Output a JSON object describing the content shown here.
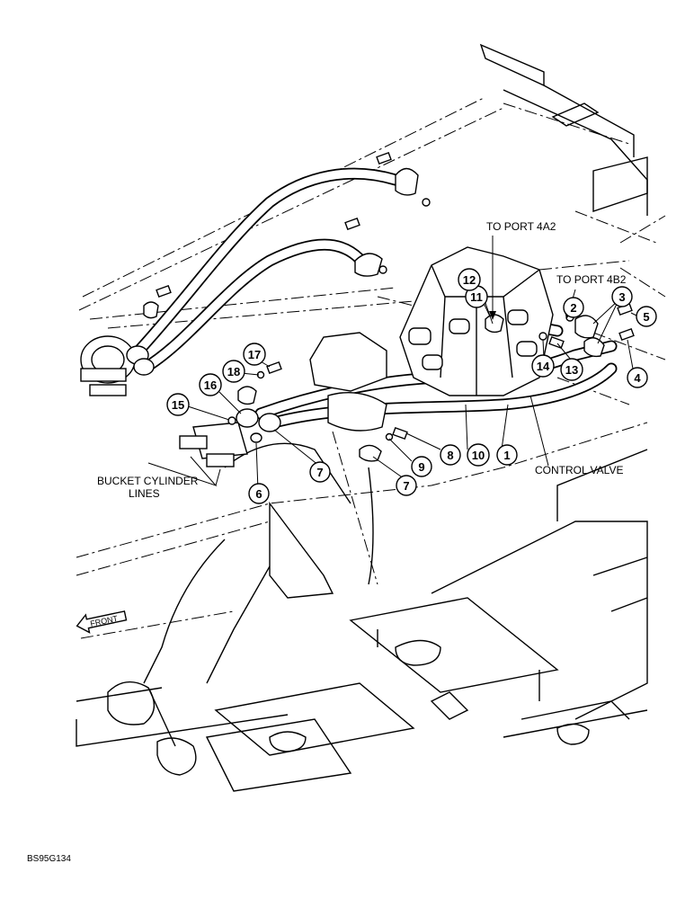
{
  "figure_code": "BS95G134",
  "labels": {
    "port_4a2": "TO PORT 4A2",
    "port_4b2": "TO PORT 4B2",
    "control_valve": "CONTROL VALVE",
    "bucket_line1": "BUCKET CYLINDER",
    "bucket_line2": "LINES",
    "front": "FRONT"
  },
  "callouts": [
    "1",
    "2",
    "3",
    "4",
    "5",
    "6",
    "7",
    "8",
    "9",
    "10",
    "11",
    "12",
    "13",
    "14",
    "15",
    "16",
    "17",
    "18"
  ]
}
